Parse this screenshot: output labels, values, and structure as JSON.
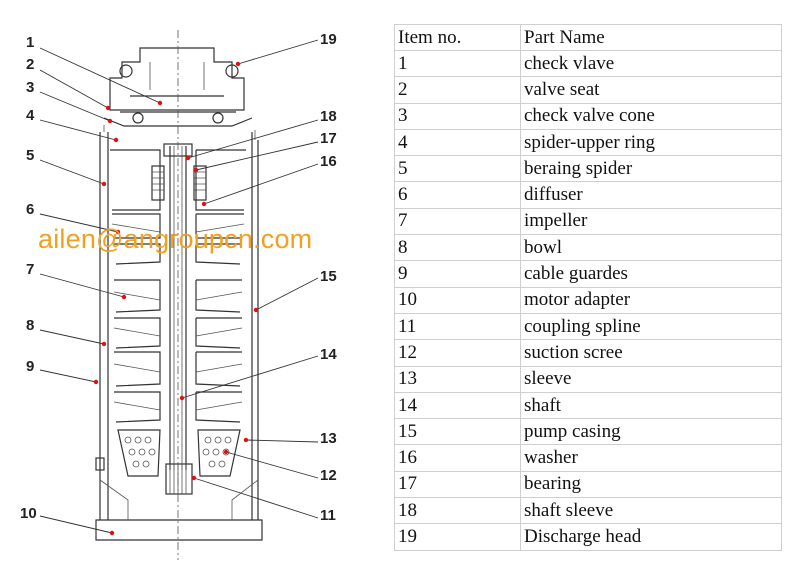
{
  "watermark": "ailen@angroupcn.com",
  "diagram": {
    "callouts": [
      "1",
      "2",
      "3",
      "4",
      "5",
      "6",
      "7",
      "8",
      "9",
      "10",
      "11",
      "12",
      "13",
      "14",
      "15",
      "16",
      "17",
      "18",
      "19"
    ]
  },
  "table": {
    "headers": [
      "Item no.",
      "Part Name"
    ],
    "rows": [
      [
        "1",
        "check vlave"
      ],
      [
        "2",
        "valve seat"
      ],
      [
        "3",
        "check valve cone"
      ],
      [
        "4",
        "spider-upper ring"
      ],
      [
        "5",
        "beraing spider"
      ],
      [
        "6",
        "diffuser"
      ],
      [
        "7",
        "impeller"
      ],
      [
        "8",
        "bowl"
      ],
      [
        "9",
        "cable guardes"
      ],
      [
        "10",
        "motor adapter"
      ],
      [
        "11",
        "coupling spline"
      ],
      [
        "12",
        "suction scree"
      ],
      [
        "13",
        "sleeve"
      ],
      [
        "14",
        "shaft"
      ],
      [
        "15",
        "pump casing"
      ],
      [
        "16",
        "washer"
      ],
      [
        "17",
        "bearing"
      ],
      [
        "18",
        "shaft sleeve"
      ],
      [
        "19",
        "Discharge head"
      ]
    ]
  }
}
